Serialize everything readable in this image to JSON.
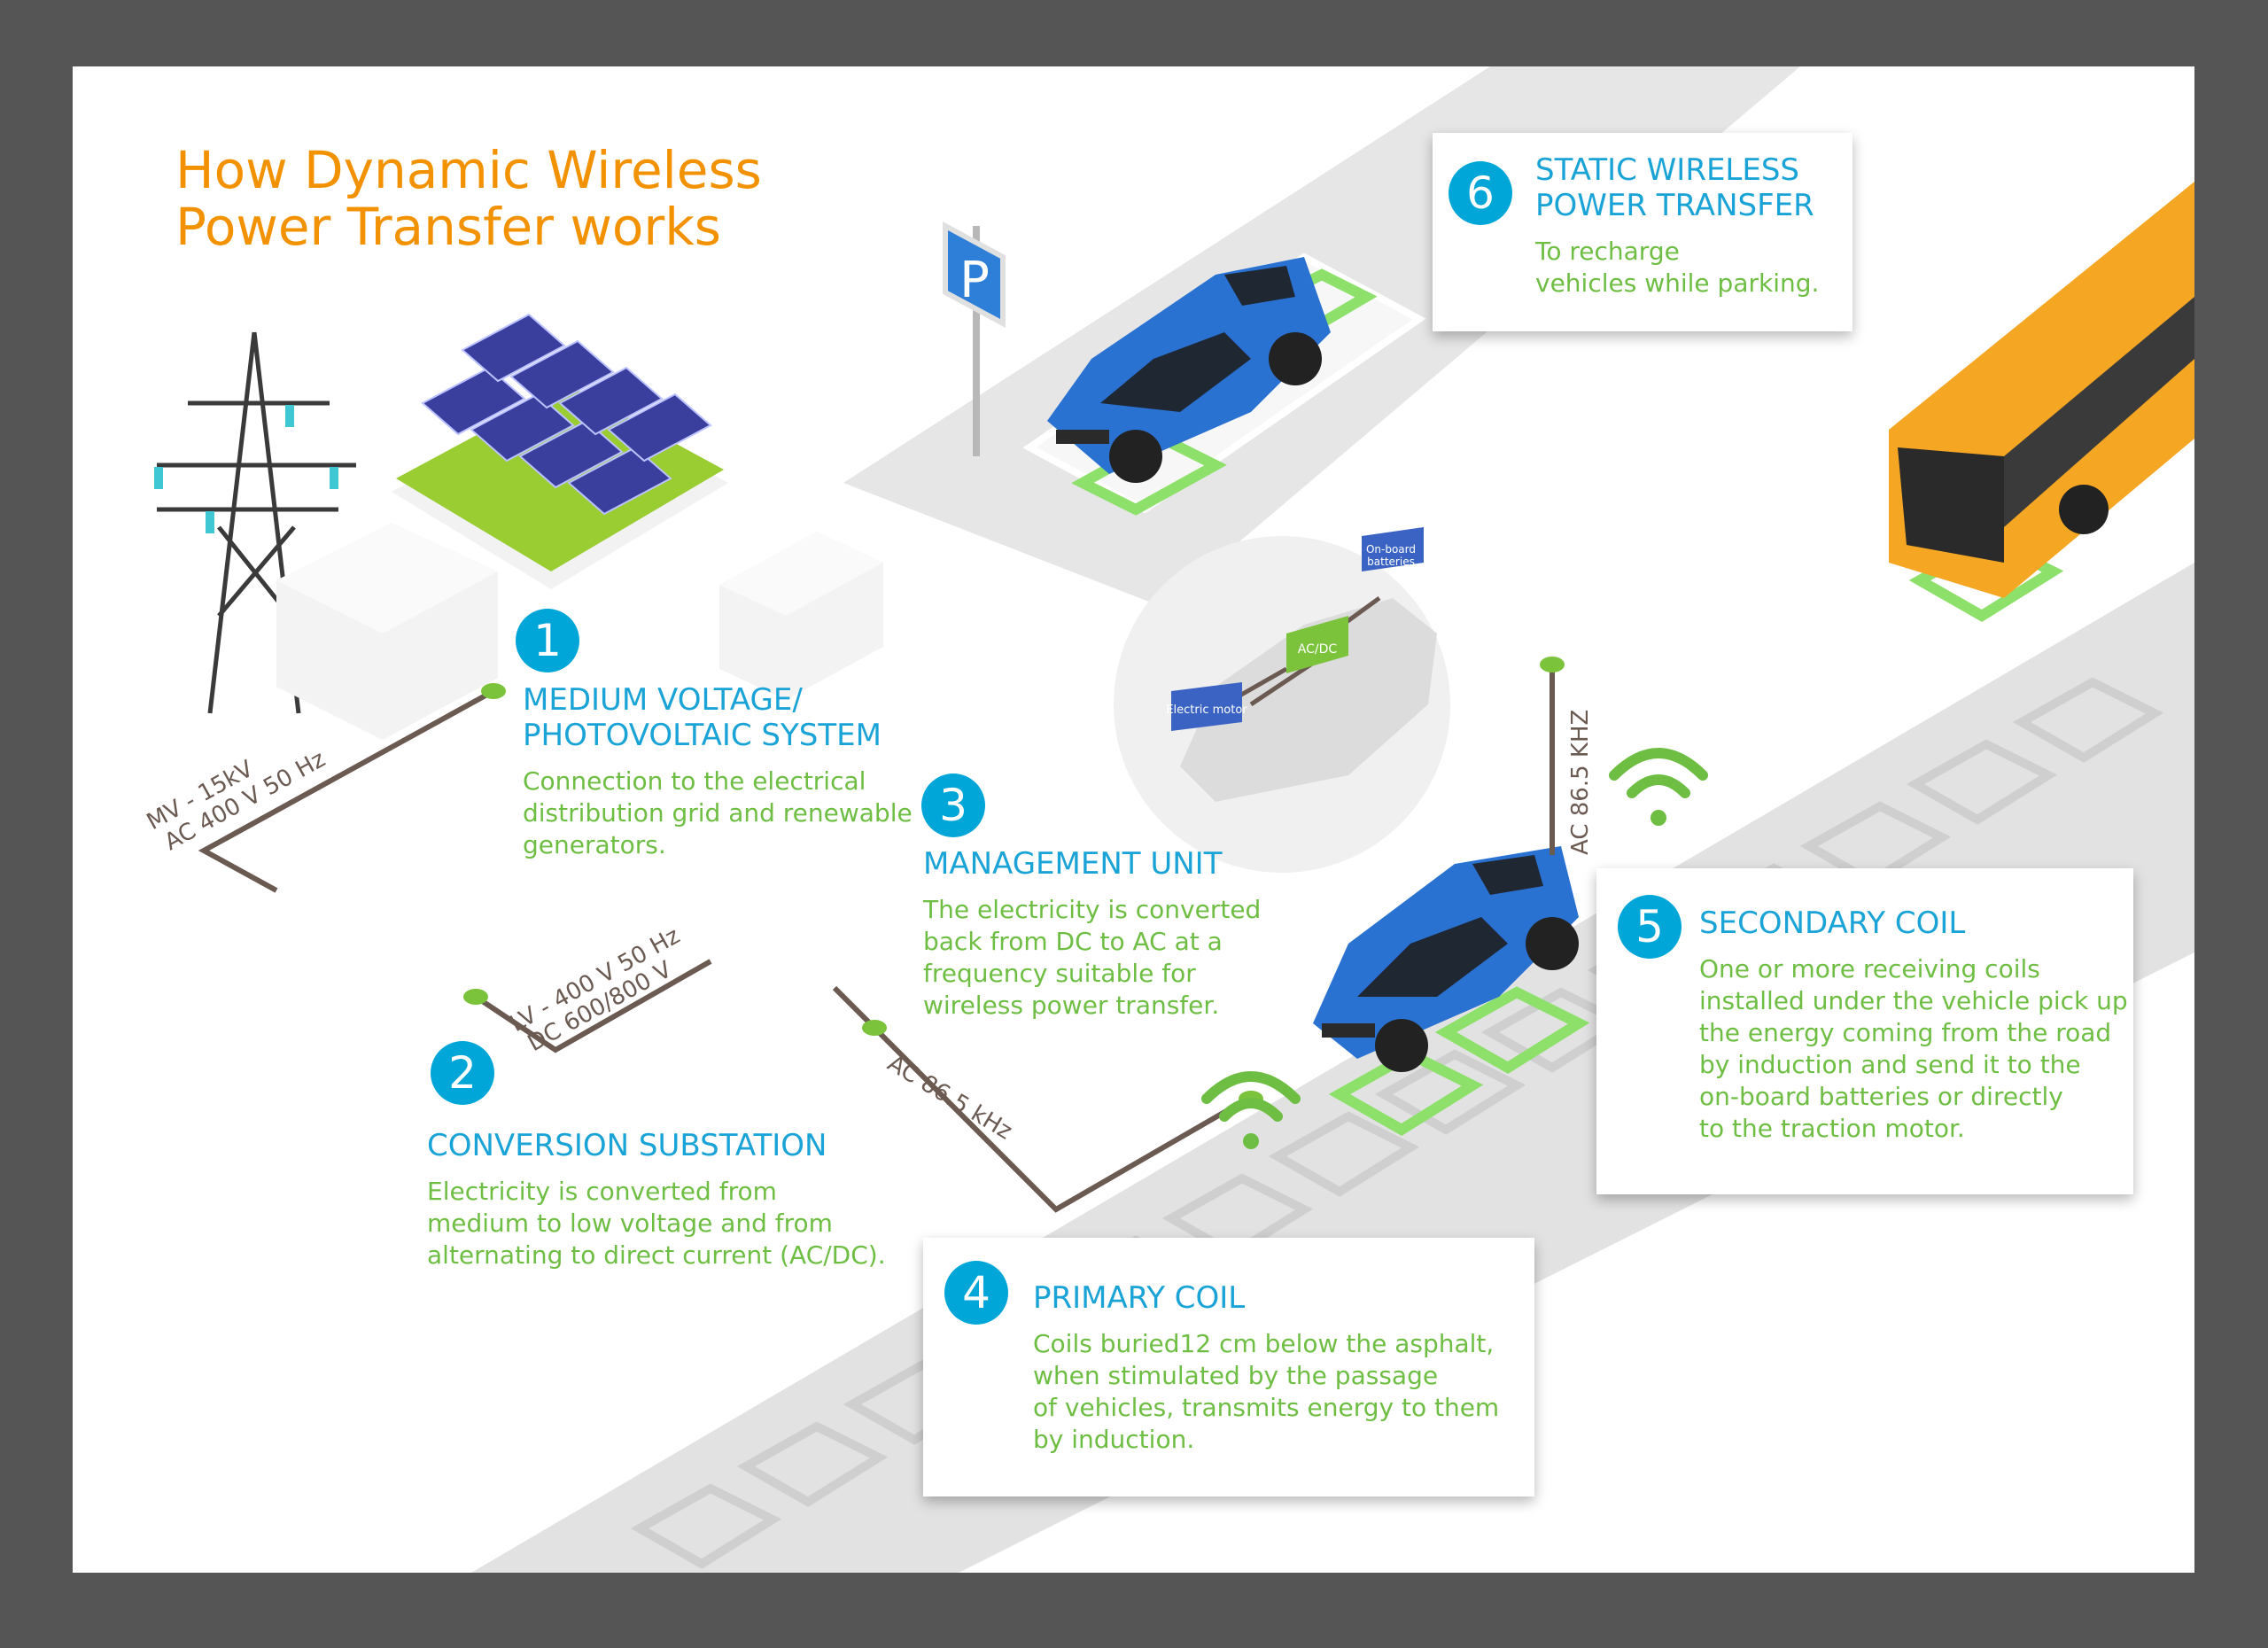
{
  "title": {
    "line1": "How Dynamic Wireless",
    "line2": "Power Transfer works"
  },
  "steps": [
    {
      "number": "1",
      "heading": [
        "MEDIUM VOLTAGE/",
        "PHOTOVOLTAIC SYSTEM"
      ],
      "body": [
        "Connection to the electrical",
        "distribution grid and renewable",
        "generators."
      ]
    },
    {
      "number": "2",
      "heading": [
        "CONVERSION SUBSTATION"
      ],
      "body": [
        "Electricity is converted from",
        "medium to low voltage and from",
        "alternating to direct current (AC/DC)."
      ]
    },
    {
      "number": "3",
      "heading": [
        "MANAGEMENT UNIT"
      ],
      "body": [
        "The electricity is converted",
        "back from DC to AC at a",
        "frequency suitable for",
        "wireless power transfer."
      ]
    },
    {
      "number": "4",
      "heading": [
        "PRIMARY COIL"
      ],
      "body": [
        "Coils buried12 cm below the asphalt,",
        "when stimulated by the passage",
        "of vehicles, transmits energy to them",
        "by induction."
      ]
    },
    {
      "number": "5",
      "heading": [
        "SECONDARY COIL"
      ],
      "body": [
        "One or more receiving coils",
        "installed under the vehicle pick up",
        "the energy coming from the road",
        "by induction and send it to the",
        "on-board batteries or directly",
        "to the traction motor."
      ]
    },
    {
      "number": "6",
      "heading": [
        "STATIC WIRELESS",
        "POWER TRANSFER"
      ],
      "body": [
        "To recharge",
        "vehicles while parking."
      ]
    }
  ],
  "wire_labels": {
    "mv_line1": "MV - 15kV",
    "mv_line2": "AC 400 V 50 Hz",
    "lv_line1": "LV - 400 V 50 Hz",
    "lv_line2": "DC 600/800 V",
    "ac_road": "AC 86.5  kHz",
    "ac_vertical": "AC 86.5 KHZ"
  },
  "car_components": {
    "batteries_line1": "On-board",
    "batteries_line2": "batteries",
    "converter": "AC/DC",
    "motor": "Electric motor"
  },
  "parking_sign": "P",
  "colors": {
    "title": "#f39200",
    "badge": "#00a6d8",
    "heading": "#1aa3d6",
    "body": "#6fbe44",
    "coil": "#7dd65a",
    "road": "#dedede",
    "car": "#2a72d1",
    "bus": "#f5a623",
    "wire": "#6b5a52"
  }
}
